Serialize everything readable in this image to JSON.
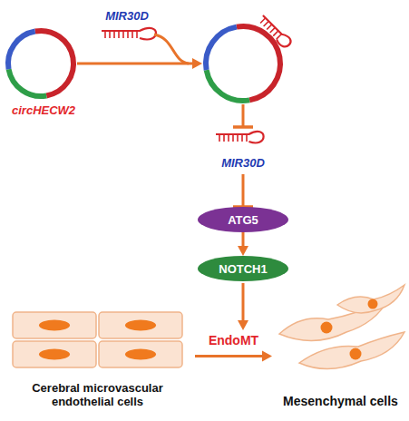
{
  "diagram": {
    "nodes": [
      {
        "text": [
          "circHECW2"
        ]
      },
      {
        "text": []
      },
      {
        "text": [
          "MIR30D"
        ]
      },
      {
        "text": [
          "ATG5"
        ]
      },
      {
        "text": [
          "NOTCH1"
        ]
      },
      {
        "text": [
          "Cerebral microvascular endothelial cells"
        ]
      },
      {
        "text": [
          "Mesenchymal cells"
        ]
      }
    ],
    "edges": [
      {
        "from": 0,
        "to": 1,
        "label": "MIR30D",
        "arrow": "to"
      },
      {
        "from": 1,
        "to": 2,
        "arrow": "to"
      },
      {
        "from": 2,
        "to": 3,
        "arrow": "to"
      },
      {
        "from": 3,
        "to": 4,
        "arrow": "to"
      },
      {
        "from": 5,
        "to": 6,
        "label": "EndoMT",
        "arrow": "to"
      }
    ]
  }
}
